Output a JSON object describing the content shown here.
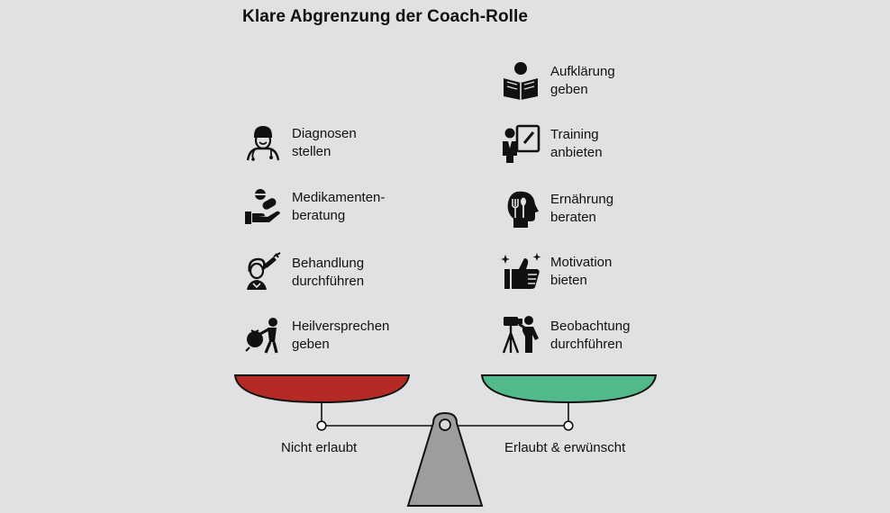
{
  "title": "Klare Abgrenzung der Coach-Rolle",
  "left": {
    "label": "Nicht erlaubt",
    "color": "#b52a25",
    "items": [
      {
        "label": "Diagnosen\nstellen",
        "icon": "doctor-icon"
      },
      {
        "label": "Medikamenten-\nberatung",
        "icon": "medication-hand-icon"
      },
      {
        "label": "Behandlung\ndurchführen",
        "icon": "syringe-nurse-icon"
      },
      {
        "label": "Heilversprechen\ngeben",
        "icon": "person-throwing-bag-icon"
      }
    ]
  },
  "right": {
    "label": "Erlaubt & erwünscht",
    "color": "#52b98a",
    "items": [
      {
        "label": "Aufklärung\ngeben",
        "icon": "person-reading-icon"
      },
      {
        "label": "Training\nanbieten",
        "icon": "trainer-board-icon"
      },
      {
        "label": "Ernährung\nberaten",
        "icon": "nutrition-head-icon"
      },
      {
        "label": "Motivation\nbieten",
        "icon": "thumbs-up-sparkle-icon"
      },
      {
        "label": "Beobachtung\ndurchführen",
        "icon": "camera-tripod-icon"
      }
    ]
  },
  "colors": {
    "background": "#e0e1e3",
    "stand": "#9d9d9d"
  }
}
